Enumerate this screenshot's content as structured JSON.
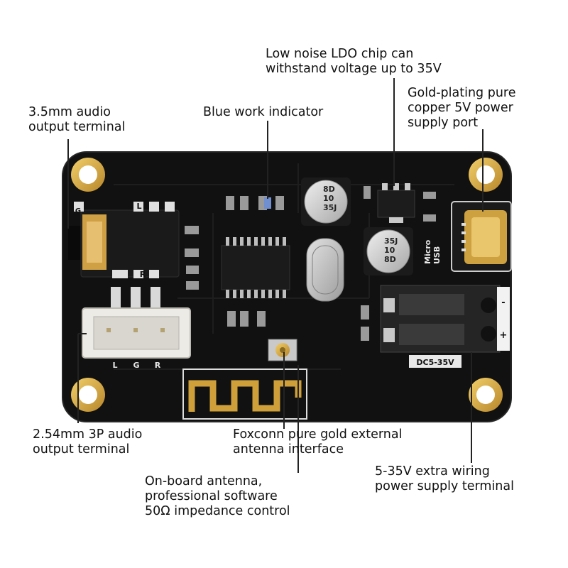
{
  "colors": {
    "pcb": "#101010",
    "pcb_edge": "#1c1c1c",
    "gold": "#d9a93a",
    "silkscreen": "#e8e8e8",
    "leader_line": "#222222",
    "connector_white": "#ecebe6",
    "terminal_black": "#2a2a2a",
    "aluminium": "#c9c9c9"
  },
  "callouts": {
    "audio_35mm": {
      "lines": [
        "3.5mm audio",
        "output terminal"
      ]
    },
    "blue_indicator": {
      "lines": [
        "Blue work indicator"
      ]
    },
    "ldo_chip": {
      "lines": [
        "Low noise LDO chip can",
        "withstand voltage up to 35V"
      ]
    },
    "usb_port": {
      "lines": [
        "Gold-plating pure",
        "copper 5V power",
        "supply port"
      ]
    },
    "audio_254mm": {
      "lines": [
        "2.54mm 3P audio",
        "output terminal"
      ]
    },
    "antenna_interface": {
      "lines": [
        "Foxconn pure gold external",
        "antenna interface"
      ]
    },
    "onboard_antenna": {
      "lines": [
        "On-board antenna,",
        "professional software",
        "50Ω impedance control"
      ]
    },
    "dc_terminal": {
      "lines": [
        "5-35V extra wiring",
        "power supply terminal"
      ]
    }
  },
  "board_silkscreen": {
    "jack_g": "G",
    "jack_l": "L",
    "jack_r": "R",
    "header_l": "L",
    "header_g": "G",
    "header_r": "R",
    "cap1_lines": [
      "8D",
      "10",
      "35J"
    ],
    "cap2_lines": [
      "35J",
      "10",
      "8D"
    ],
    "usb_label_lines": [
      "Micro",
      "USB"
    ],
    "dc_label": "DC5-35V",
    "minus": "-",
    "plus": "+"
  }
}
